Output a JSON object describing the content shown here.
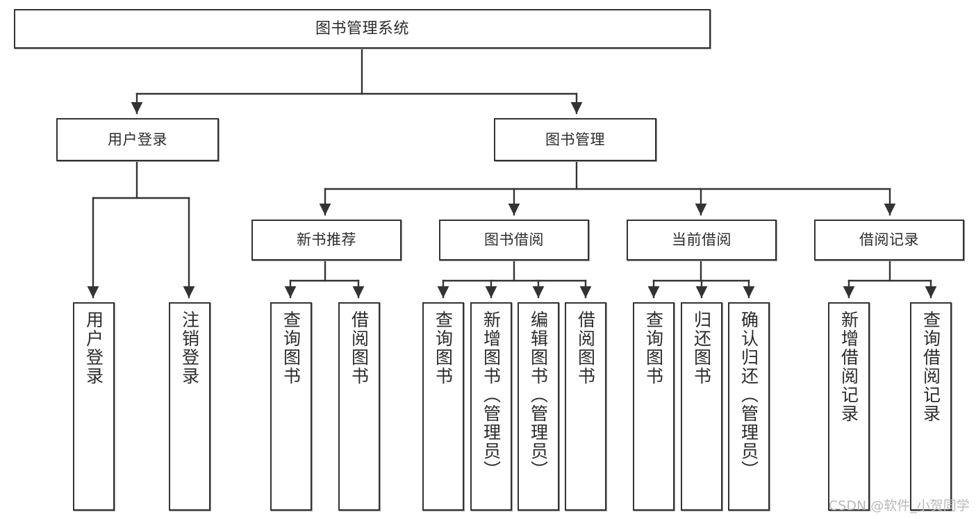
{
  "diagram": {
    "title": "图书管理系统",
    "type": "tree",
    "style": {
      "box_border_color": "#333333",
      "box_fill_color": "#ffffff",
      "text_color": "#2b2b2b",
      "edge_color": "#333333",
      "background_color": "#ffffff",
      "watermark_color": "#b9b9b9"
    },
    "nodes": {
      "root": {
        "label": "图书管理系统"
      },
      "level2": [
        {
          "id": "user-login",
          "label": "用户登录"
        },
        {
          "id": "book-management",
          "label": "图书管理"
        }
      ],
      "level3": [
        {
          "id": "new-book-recommend",
          "label": "新书推荐"
        },
        {
          "id": "book-borrow",
          "label": "图书借阅"
        },
        {
          "id": "current-borrow",
          "label": "当前借阅"
        },
        {
          "id": "borrow-record",
          "label": "借阅记录"
        }
      ],
      "leaves": {
        "user-login": [
          {
            "id": "leaf-user-login",
            "label": "用户登录"
          },
          {
            "id": "leaf-logout-login",
            "label": "注销登录"
          }
        ],
        "new-book-recommend": [
          {
            "id": "leaf-query-book-1",
            "label": "查询图书"
          },
          {
            "id": "leaf-borrow-book-1",
            "label": "借阅图书"
          }
        ],
        "book-borrow": [
          {
            "id": "leaf-query-book-2",
            "label": "查询图书"
          },
          {
            "id": "leaf-add-book",
            "label": "新增图书（管理员）"
          },
          {
            "id": "leaf-edit-book",
            "label": "编辑图书（管理员）"
          },
          {
            "id": "leaf-borrow-book-2",
            "label": "借阅图书"
          }
        ],
        "current-borrow": [
          {
            "id": "leaf-query-book-3",
            "label": "查询图书"
          },
          {
            "id": "leaf-return-book",
            "label": "归还图书"
          },
          {
            "id": "leaf-confirm-return",
            "label": "确认归还（管理员）"
          }
        ],
        "borrow-record": [
          {
            "id": "leaf-add-record",
            "label": "新增借阅记录"
          },
          {
            "id": "leaf-query-record",
            "label": "查询借阅记录"
          }
        ]
      }
    },
    "watermark": "CSDN @软件_小贺同学"
  }
}
